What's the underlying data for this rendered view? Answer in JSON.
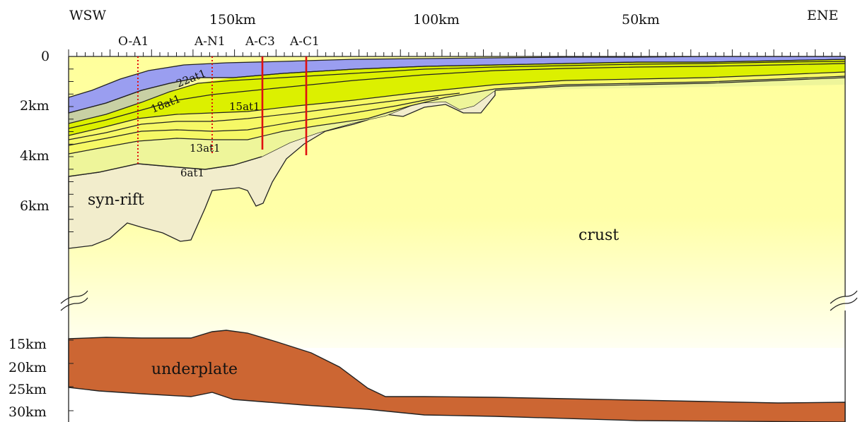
{
  "title_left": "WSW",
  "title_right": "ENE",
  "distance_labels": [
    "150km",
    "100km",
    "50km"
  ],
  "depth_labels": [
    "0",
    "2km",
    "4km",
    "6km",
    "15km",
    "20km",
    "25km",
    "30km"
  ],
  "wells": [
    {
      "name": "O-A1",
      "style": "dotted"
    },
    {
      "name": "A-N1",
      "style": "dotted"
    },
    {
      "name": "A-C3",
      "style": "solid"
    },
    {
      "name": "A-C1",
      "style": "solid"
    }
  ],
  "horizons": [
    "22at1",
    "18at1",
    "15at1",
    "13at1",
    "6at1"
  ],
  "units": {
    "synrift": "syn-rift",
    "crust": "crust",
    "underplate": "underplate"
  },
  "colors": {
    "top_sediments": "#9a9ef0",
    "young_sediments": "#d8f000",
    "mid_sediments": "#f4f860",
    "old_sediments": "#f0f4a0",
    "synrift": "#f2edcc",
    "crust_top": "#ffff9c",
    "crust_bottom": "#fffff2",
    "underplate": "#cc6633",
    "well_marker": "#e01010"
  }
}
